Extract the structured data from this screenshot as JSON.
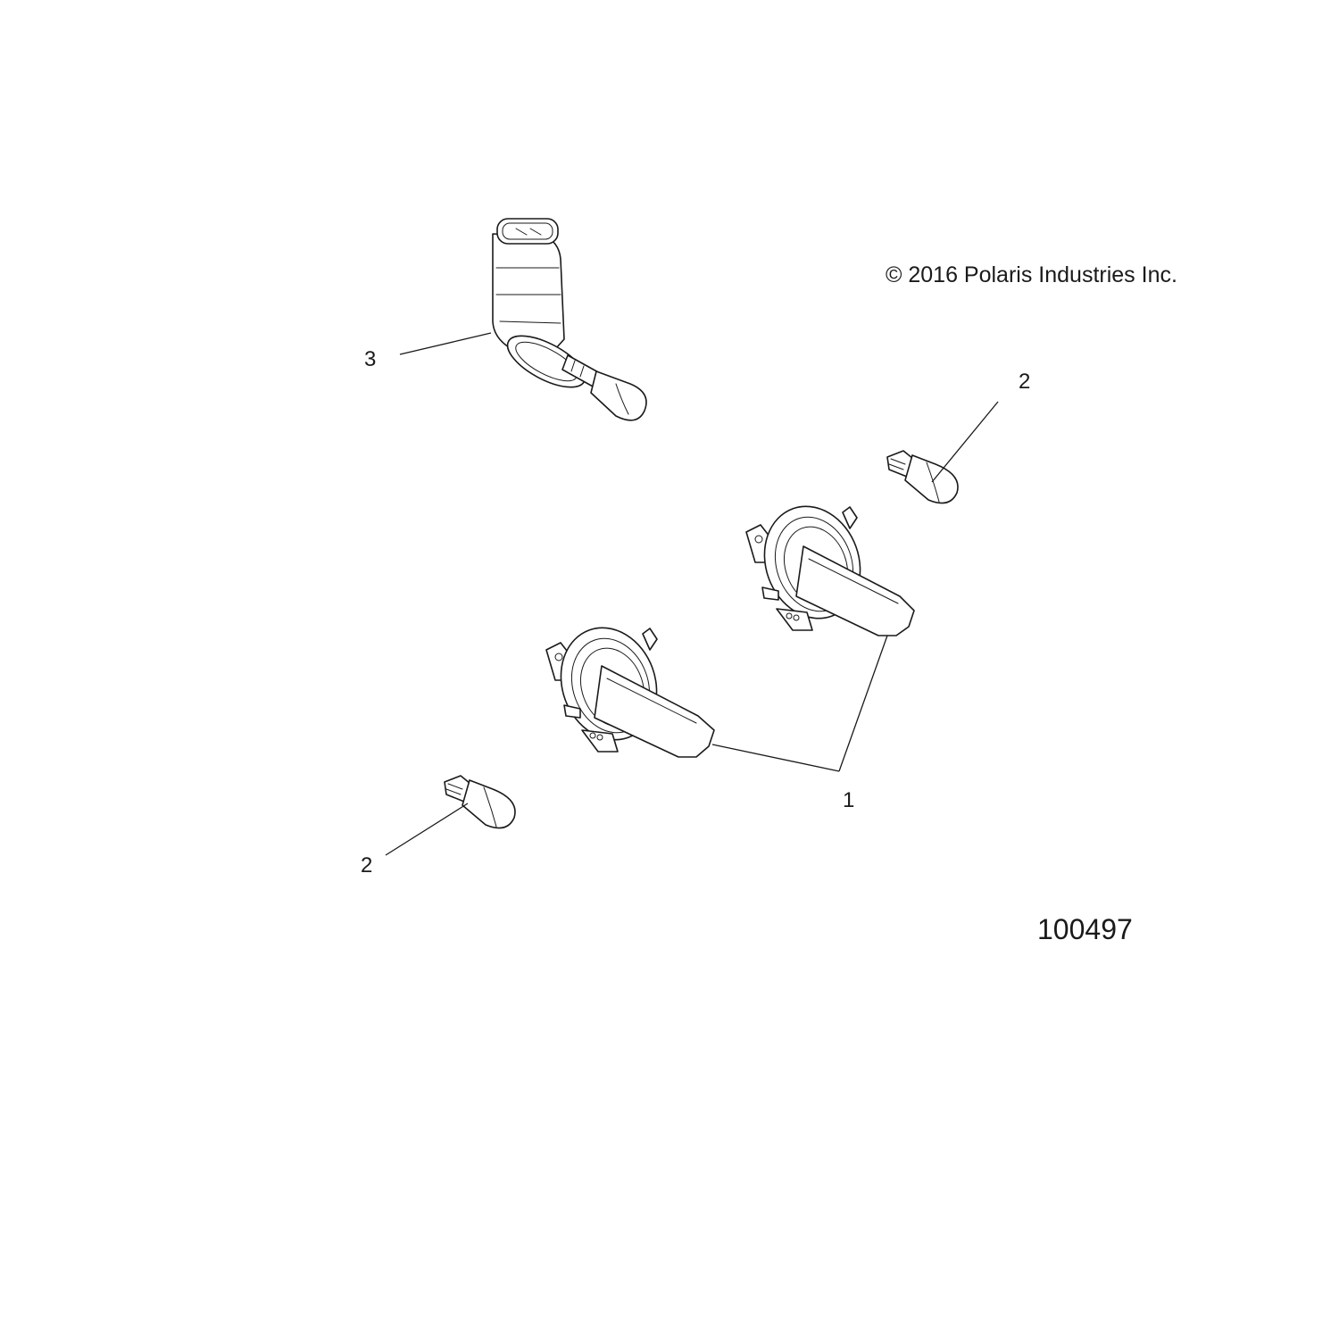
{
  "copyright": "© 2016 Polaris Industries Inc.",
  "figure_id": "100497",
  "callouts": {
    "part_1": "1",
    "part_2_upper": "2",
    "part_2_lower": "2",
    "part_3": "3"
  },
  "colors": {
    "line": "#1a1a1a",
    "background": "#ffffff"
  }
}
